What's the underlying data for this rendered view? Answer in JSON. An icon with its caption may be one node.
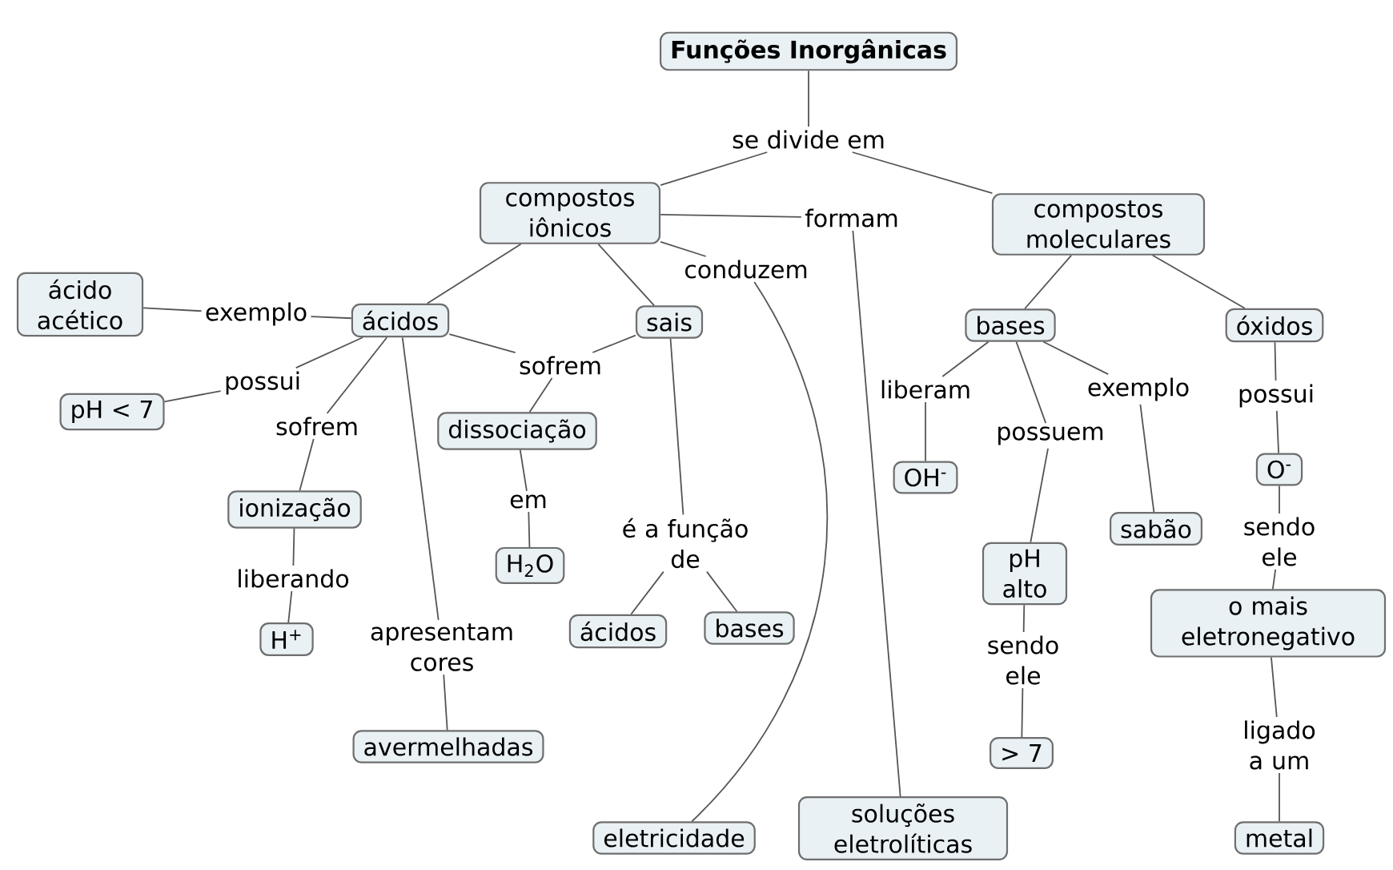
{
  "diagram": {
    "nodes": [
      {
        "text": [
          "Funções Inorgânicas"
        ]
      },
      {
        "text": [
          "se divide em"
        ]
      },
      {
        "text": [
          "compostos iônicos"
        ]
      },
      {
        "text": [
          "compostos moleculares"
        ]
      },
      {
        "text": [
          "formam"
        ]
      },
      {
        "text": [
          "conduzem"
        ]
      },
      {
        "text": [
          "ácido acético"
        ]
      },
      {
        "text": [
          "exemplo"
        ]
      },
      {
        "text": [
          "ácidos"
        ]
      },
      {
        "text": [
          "sais"
        ]
      },
      {
        "text": [
          "bases"
        ]
      },
      {
        "text": [
          "óxidos"
        ]
      },
      {
        "text": [
          "possui"
        ]
      },
      {
        "text": [
          "pH < 7"
        ]
      },
      {
        "text": [
          "sofrem"
        ]
      },
      {
        "text": [
          "sofrem"
        ]
      },
      {
        "text": [
          "liberam"
        ]
      },
      {
        "text": [
          "exemplo"
        ]
      },
      {
        "text": [
          "possui"
        ]
      },
      {
        "text": [
          "dissociação"
        ]
      },
      {
        "text": [
          "possuem"
        ]
      },
      {
        "text": [
          "OH$^{-}$"
        ]
      },
      {
        "text": [
          "O$^{-}$"
        ]
      },
      {
        "text": [
          "ionização"
        ]
      },
      {
        "text": [
          "em"
        ]
      },
      {
        "text": [
          "sendo ele"
        ]
      },
      {
        "text": [
          "é a função de"
        ]
      },
      {
        "text": [
          "pH alto"
        ]
      },
      {
        "text": [
          "sabão"
        ]
      },
      {
        "text": [
          "H$_{2}$O"
        ]
      },
      {
        "text": [
          "liberando"
        ]
      },
      {
        "text": [
          "sendo ele"
        ]
      },
      {
        "text": [
          "o mais eletronegativo"
        ]
      },
      {
        "text": [
          "H$^{+}$"
        ]
      },
      {
        "text": [
          "apresentam cores"
        ]
      },
      {
        "text": [
          "ácidos"
        ]
      },
      {
        "text": [
          "bases"
        ]
      },
      {
        "text": [
          "ligado a um"
        ]
      },
      {
        "text": [
          "> 7"
        ]
      },
      {
        "text": [
          "avermelhadas"
        ]
      },
      {
        "text": [
          "eletricidade"
        ]
      },
      {
        "text": [
          "soluções eletrolíticas"
        ]
      },
      {
        "text": [
          "metal"
        ]
      }
    ],
    "edges": [
      {
        "from": 0,
        "to": 1,
        "arrow": "none"
      },
      {
        "from": 1,
        "to": 2,
        "arrow": "none"
      },
      {
        "from": 1,
        "to": 3,
        "arrow": "none"
      },
      {
        "from": 2,
        "to": 4,
        "arrow": "none"
      },
      {
        "from": 2,
        "to": 5,
        "arrow": "none"
      },
      {
        "from": 4,
        "to": 41,
        "arrow": "none"
      },
      {
        "from": 5,
        "to": 40,
        "arrow": "none"
      },
      {
        "from": 2,
        "to": 8,
        "arrow": "none"
      },
      {
        "from": 2,
        "to": 9,
        "arrow": "none"
      },
      {
        "from": 8,
        "to": 7,
        "arrow": "none"
      },
      {
        "from": 7,
        "to": 6,
        "arrow": "none"
      },
      {
        "from": 8,
        "to": 12,
        "arrow": "none"
      },
      {
        "from": 12,
        "to": 13,
        "arrow": "none"
      },
      {
        "from": 8,
        "to": 15,
        "arrow": "none"
      },
      {
        "from": 15,
        "to": 23,
        "arrow": "none"
      },
      {
        "from": 23,
        "to": 30,
        "arrow": "none"
      },
      {
        "from": 30,
        "to": 33,
        "arrow": "none"
      },
      {
        "from": 8,
        "to": 34,
        "arrow": "none"
      },
      {
        "from": 34,
        "to": 39,
        "arrow": "none"
      },
      {
        "from": 8,
        "to": 14,
        "arrow": "none"
      },
      {
        "from": 9,
        "to": 14,
        "arrow": "none"
      },
      {
        "from": 14,
        "to": 19,
        "arrow": "none"
      },
      {
        "from": 19,
        "to": 24,
        "arrow": "none"
      },
      {
        "from": 24,
        "to": 29,
        "arrow": "none"
      },
      {
        "from": 9,
        "to": 26,
        "arrow": "none"
      },
      {
        "from": 26,
        "to": 35,
        "arrow": "none"
      },
      {
        "from": 26,
        "to": 36,
        "arrow": "none"
      },
      {
        "from": 3,
        "to": 10,
        "arrow": "none"
      },
      {
        "from": 3,
        "to": 11,
        "arrow": "none"
      },
      {
        "from": 10,
        "to": 16,
        "arrow": "none"
      },
      {
        "from": 16,
        "to": 21,
        "arrow": "none"
      },
      {
        "from": 10,
        "to": 20,
        "arrow": "none"
      },
      {
        "from": 20,
        "to": 27,
        "arrow": "none"
      },
      {
        "from": 10,
        "to": 17,
        "arrow": "none"
      },
      {
        "from": 17,
        "to": 28,
        "arrow": "none"
      },
      {
        "from": 27,
        "to": 31,
        "arrow": "none"
      },
      {
        "from": 31,
        "to": 38,
        "arrow": "none"
      },
      {
        "from": 11,
        "to": 18,
        "arrow": "none"
      },
      {
        "from": 18,
        "to": 22,
        "arrow": "none"
      },
      {
        "from": 22,
        "to": 25,
        "arrow": "none"
      },
      {
        "from": 25,
        "to": 32,
        "arrow": "none"
      },
      {
        "from": 32,
        "to": 37,
        "arrow": "none"
      },
      {
        "from": 37,
        "to": 42,
        "arrow": "none"
      }
    ]
  }
}
